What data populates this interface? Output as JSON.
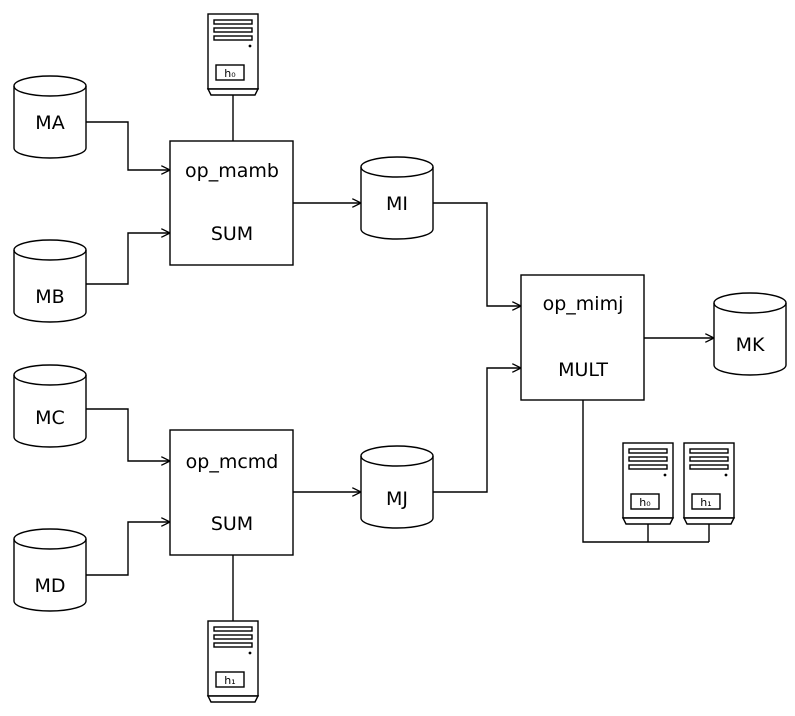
{
  "stores": {
    "ma": "MA",
    "mb": "MB",
    "mc": "MC",
    "md": "MD",
    "mi": "MI",
    "mj": "MJ",
    "mk": "MK"
  },
  "ops": {
    "mamb": {
      "name": "op_mamb",
      "operation": "SUM"
    },
    "mcmd": {
      "name": "op_mcmd",
      "operation": "SUM"
    },
    "mimj": {
      "name": "op_mimj",
      "operation": "MULT"
    }
  },
  "hosts": {
    "h0": "h₀",
    "h1": "h₁"
  }
}
